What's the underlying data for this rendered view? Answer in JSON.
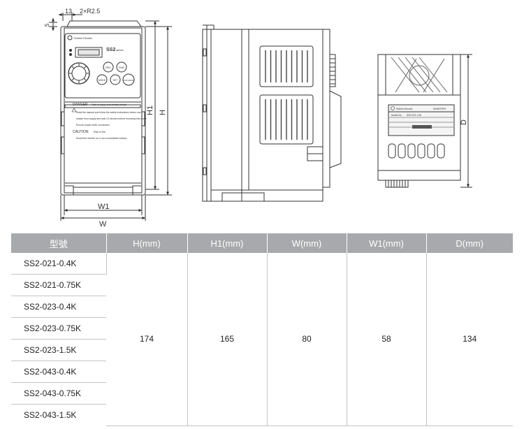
{
  "drawing": {
    "front": {
      "dim_top_small": "13",
      "dim_radius": "2×R2.5",
      "dim_left": "5",
      "dim_h1": "H1",
      "dim_h": "H",
      "dim_w1": "W1",
      "dim_w": "W",
      "keypad": {
        "rev": "REV",
        "fwd": "FWD",
        "mode": "MODE",
        "set": "SET",
        "stop": "STOP RESET"
      },
      "series_label": "SS2",
      "series_suffix": "series",
      "brand": "Shihlin Electric",
      "warning_head": "DANGER",
      "warning_head_tail": "Risk of injury and electric shock",
      "warning_lines": [
        "Read the manual and follow the safety instructions before use",
        "Isolate from supply and wait 10 minutes before removing this cover",
        "Ensure proper earth connection"
      ],
      "caution_head": "CAUTION",
      "caution_head_tail": "Risk of fire",
      "caution_lines": [
        "Mount the inverter on a non combustible surface"
      ]
    },
    "side": {},
    "bottom": {
      "dim_d": "D",
      "nameplate_brand": "Shihlin Electric",
      "nameplate_title": "INVERTER",
      "nameplate_model_label": "Model No.",
      "nameplate_model": "SS2-023-1.5K"
    }
  },
  "table": {
    "headers": [
      "型號",
      "H(mm)",
      "H1(mm)",
      "W(mm)",
      "W1(mm)",
      "D(mm)"
    ],
    "models": [
      "SS2-021-0.4K",
      "SS2-021-0.75K",
      "SS2-023-0.4K",
      "SS2-023-0.75K",
      "SS2-023-1.5K",
      "SS2-043-0.4K",
      "SS2-043-0.75K",
      "SS2-043-1.5K"
    ],
    "values": {
      "h": "174",
      "h1": "165",
      "w": "80",
      "w1": "58",
      "d": "134"
    }
  }
}
